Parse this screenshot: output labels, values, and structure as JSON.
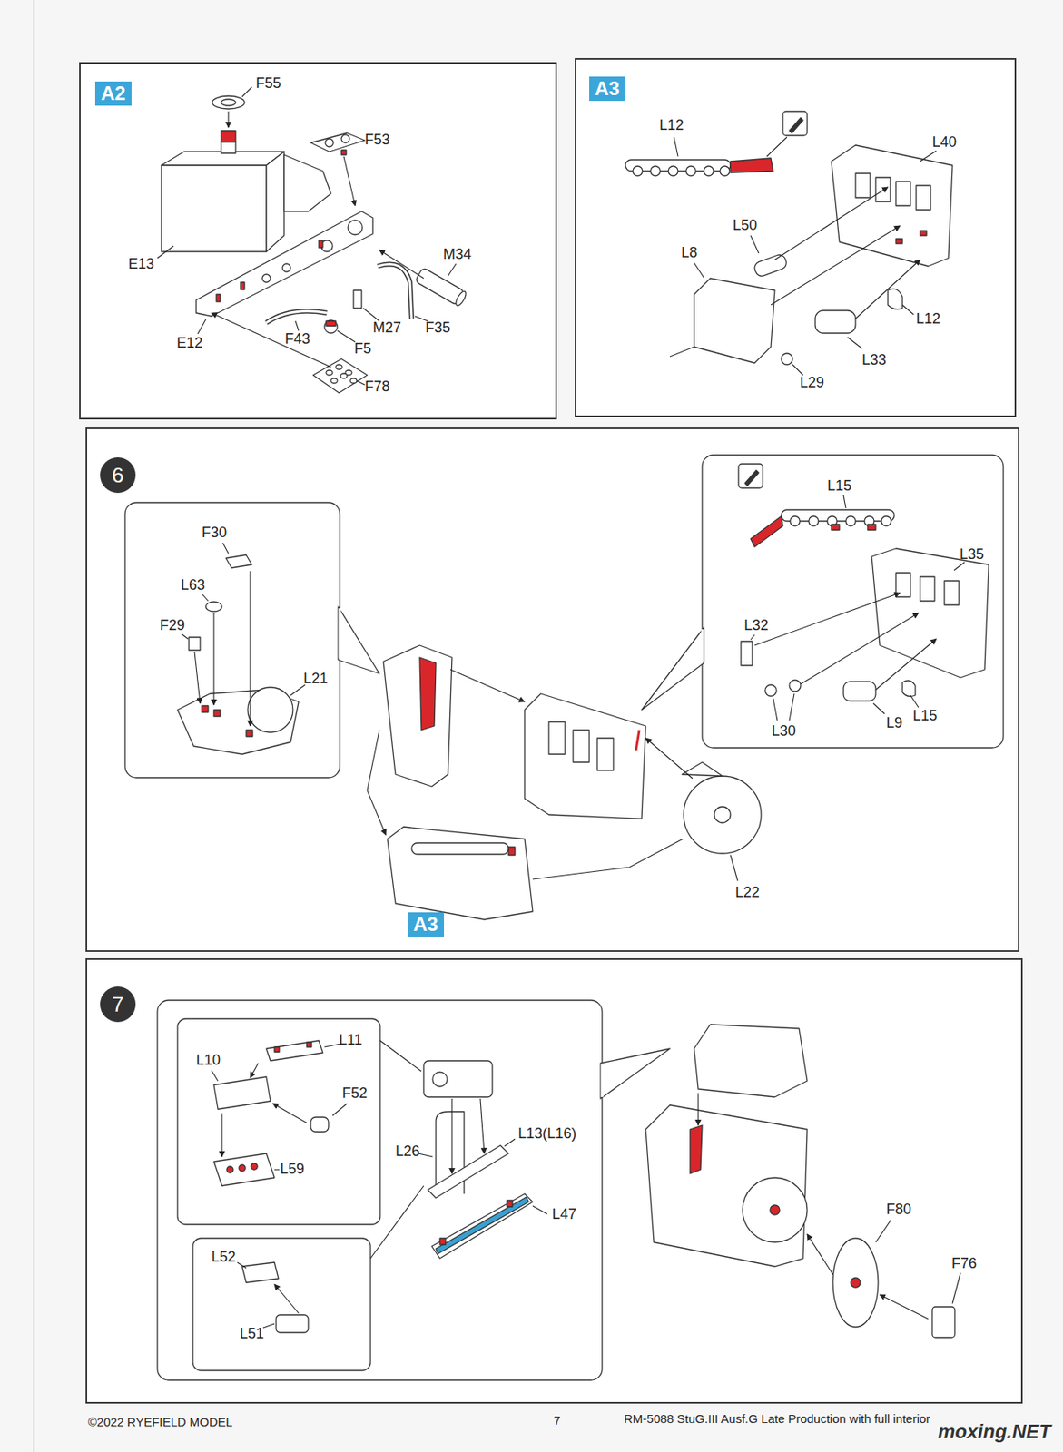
{
  "diagram": {
    "nodes": [
      {
        "text": [
          "A2"
        ]
      },
      {
        "text": [
          "A3"
        ]
      },
      {
        "text": [
          "6"
        ]
      },
      {
        "text": [
          "A3"
        ],
        "in": 2
      },
      {
        "text": [
          "7"
        ]
      }
    ],
    "labels": [
      "F55",
      "F53",
      "E13",
      "M34",
      "M27",
      "F35",
      "E12",
      "F43",
      "F5",
      "F78",
      "L12",
      "L40",
      "L50",
      "L8",
      "L12",
      "L33",
      "L29",
      "F30",
      "L63",
      "F29",
      "L21",
      "L15",
      "L35",
      "L32",
      "L30",
      "L9",
      "L15",
      "L22",
      "L10",
      "L11",
      "F52",
      "L59",
      "L26",
      "L13(L16)",
      "L47",
      "L52",
      "L51",
      "F80",
      "F76",
      "©2022 RYEFIELD MODEL",
      "7",
      "RM-5088 StuG.III Ausf.G Late Production with full interior",
      "moxing.NET"
    ]
  }
}
